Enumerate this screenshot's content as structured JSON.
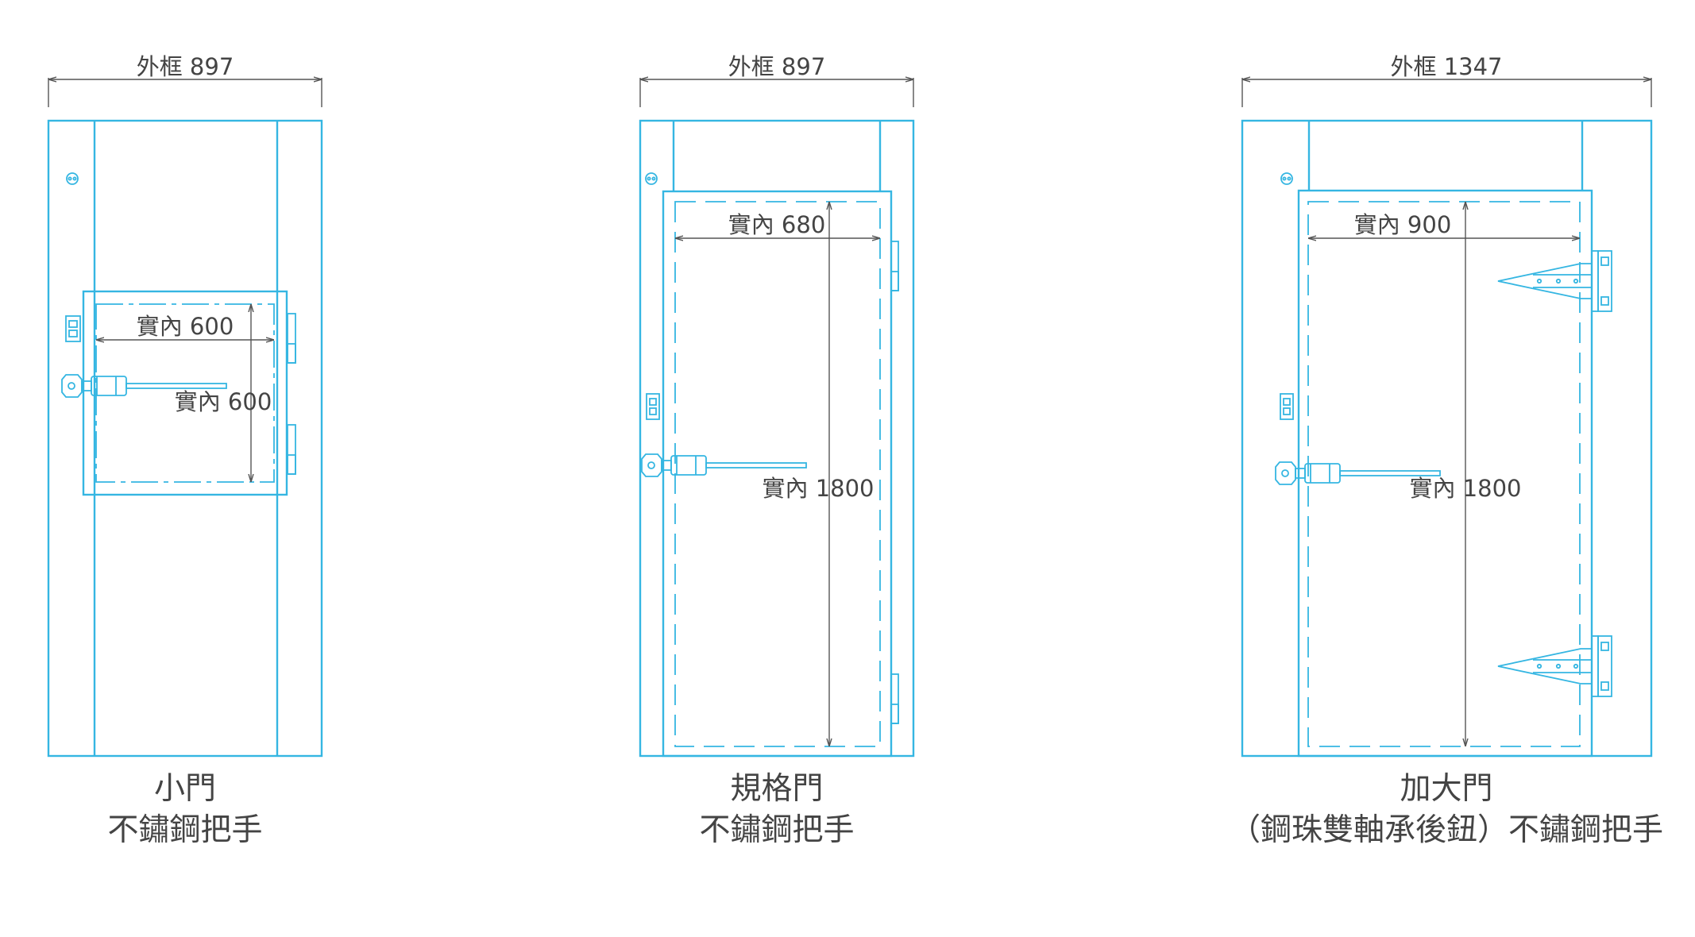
{
  "colors": {
    "outline": "#35b6e2",
    "dimension": "#555555",
    "text": "#444444",
    "background": "#ffffff"
  },
  "doors": [
    {
      "id": "small",
      "outer_frame_label": "外框 897",
      "inner_width_label": "實內 600",
      "inner_height_label": "實內 600",
      "title": "小門",
      "subtitle": "不鏽鋼把手"
    },
    {
      "id": "standard",
      "outer_frame_label": "外框 897",
      "inner_width_label": "實內 680",
      "inner_height_label": "實內 1800",
      "title": "規格門",
      "subtitle": "不鏽鋼把手"
    },
    {
      "id": "large",
      "outer_frame_label": "外框 1347",
      "inner_width_label": "實內 900",
      "inner_height_label": "實內 1800",
      "title": "加大門",
      "subtitle": "（鋼珠雙軸承後鈕）不鏽鋼把手"
    }
  ],
  "icons": [
    "lock-hole-icon",
    "switch-box-icon",
    "door-handle-icon",
    "hinge-icon",
    "strap-hinge-icon"
  ]
}
